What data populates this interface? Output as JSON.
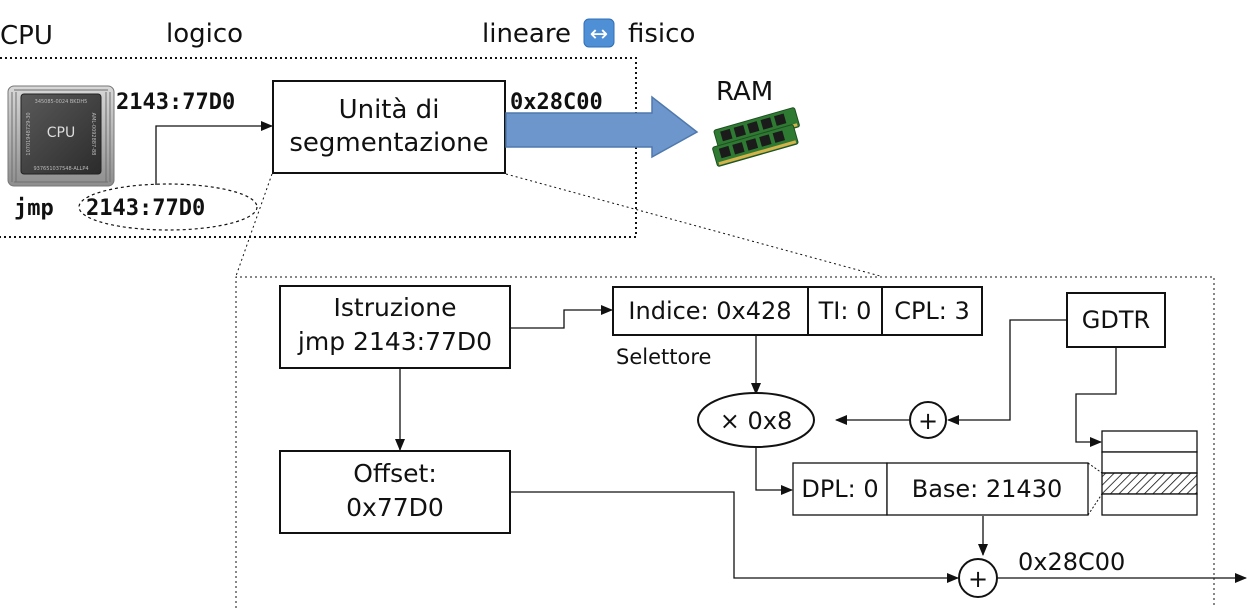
{
  "header": {
    "cpu": "CPU",
    "logical": "logico",
    "linear": "lineare",
    "arrow_glyph": "↔",
    "physical": "fisico"
  },
  "cpu_chip": {
    "label": "CPU",
    "top_code": "345085-0024 BKDH5",
    "left_code": "10701948729-30",
    "right_code": "AML-0092887-88",
    "bottom_code": "937651037548-ALLP4"
  },
  "instruction": {
    "opcode": "jmp",
    "operand": "2143:77D0"
  },
  "address_logical": "2143:77D0",
  "address_linear": "0x28C00",
  "segmentation_unit": {
    "line1": "Unità di",
    "line2": "segmentazione"
  },
  "ram_label": "RAM",
  "detail": {
    "instruction_box": {
      "line1": "Istruzione",
      "line2": "jmp 2143:77D0"
    },
    "selector": {
      "index": "Indice: 0x428",
      "ti": "TI: 0",
      "cpl": "CPL: 3",
      "caption": "Selettore"
    },
    "gdtr": "GDTR",
    "multiply": "× 0x8",
    "plus": "+",
    "descriptor": {
      "dpl": "DPL: 0",
      "base": "Base: 21430"
    },
    "offset_box": {
      "line1": "Offset:",
      "line2": "0x77D0"
    },
    "result": "0x28C00"
  },
  "colors": {
    "line": "#111111",
    "arrow_fill": "#6d97cc",
    "arrow_stroke": "#4f79ad",
    "chip_body": "#3d3d3d",
    "pins": "#a9a9a9",
    "ram_board": "#2f7a32"
  }
}
